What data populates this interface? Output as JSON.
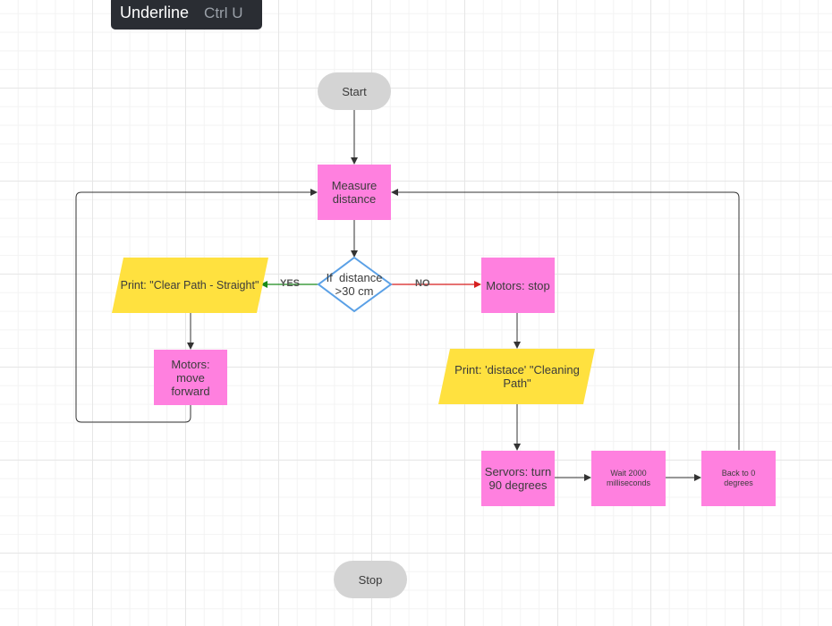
{
  "tooltip": {
    "label": "Underline",
    "shortcut": "Ctrl U"
  },
  "nodes": {
    "start": "Start",
    "measure": "Measure distance",
    "decision": "If  distance >30 cm",
    "print_clear": "Print: \"Clear Path - Straight\"",
    "motors_forward": "Motors: move forward",
    "motors_stop": "Motors: stop",
    "print_distance": "Print: 'distace' \"Cleaning Path\"",
    "servos_turn": "Servors: turn 90 degrees",
    "wait": "Wait 2000 milliseconds",
    "back": "Back to 0 degrees",
    "stop": "Stop"
  },
  "edges": {
    "yes": "YES",
    "no": "NO"
  },
  "colors": {
    "process": "#ff80df",
    "io": "#ffe13f",
    "terminal": "#d4d4d4",
    "decision_stroke": "#5aa0e6",
    "yes_arrow": "#1a8a1a",
    "no_arrow": "#d61f1f",
    "connector": "#333333"
  }
}
